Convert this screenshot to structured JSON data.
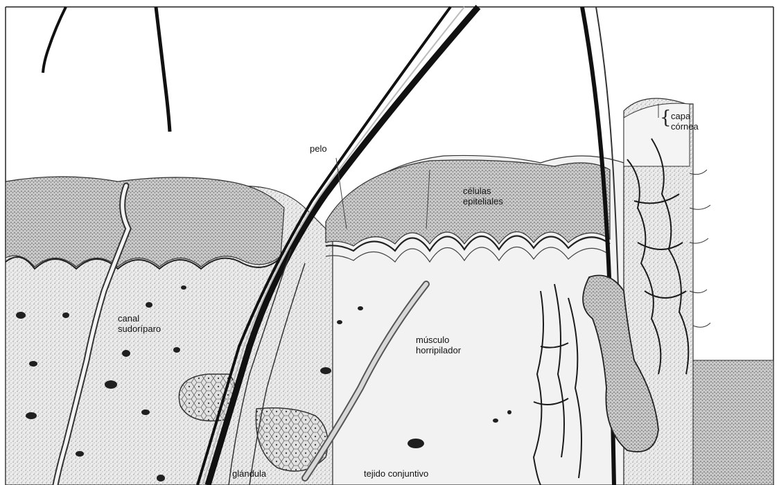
{
  "labels": {
    "pelo": "pelo",
    "capa_cornea_line1": "capa",
    "capa_cornea_line2": "córnea",
    "celulas_epiteliales_line1": "células",
    "celulas_epiteliales_line2": "epiteliales",
    "canal_sudoriparo_line1": "canal",
    "canal_sudoriparo_line2": "sudoríparo",
    "musculo_horripilador_line1": "músculo",
    "musculo_horripilador_line2": "horripilador",
    "glandula": "glándula",
    "tejido_conjuntivo": "tejido conjuntivo"
  },
  "colors": {
    "ink": "#1a1a1a",
    "tissue_light": "#e9e9e9",
    "tissue_mid": "#cfcfcf",
    "tissue_dark": "#a8a8a8",
    "nucleus": "#2b2b2b",
    "paper": "#ffffff"
  }
}
